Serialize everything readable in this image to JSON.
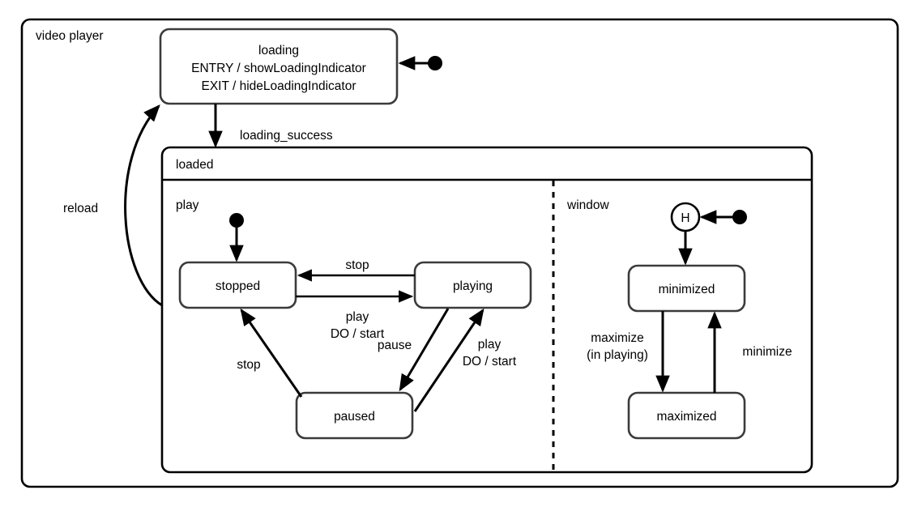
{
  "diagram": {
    "type": "uml-state-machine",
    "title": "video player",
    "background_color": "#ffffff",
    "line_color": "#000000",
    "state_border_color": "#3b3b3b"
  },
  "root": {
    "label": "video player"
  },
  "states": {
    "loading": {
      "name": "loading",
      "entry": "ENTRY / showLoadingIndicator",
      "exit": "EXIT / hideLoadingIndicator"
    },
    "loaded": {
      "name": "loaded"
    },
    "play_region": {
      "name": "play"
    },
    "window_region": {
      "name": "window"
    },
    "stopped": {
      "name": "stopped"
    },
    "playing": {
      "name": "playing"
    },
    "paused": {
      "name": "paused"
    },
    "minimized": {
      "name": "minimized"
    },
    "maximized": {
      "name": "maximized"
    },
    "history": {
      "name": "H"
    }
  },
  "transitions": [
    {
      "id": "t-initial-loading",
      "from": "initial",
      "to": "loading",
      "label": ""
    },
    {
      "id": "t-loading-loaded",
      "from": "loading",
      "to": "loaded",
      "label": "loading_success"
    },
    {
      "id": "t-loaded-loading",
      "from": "loaded",
      "to": "loading",
      "label": "reload"
    },
    {
      "id": "t-initial-stopped",
      "from": "initial",
      "to": "stopped",
      "label": ""
    },
    {
      "id": "t-playing-stopped",
      "from": "playing",
      "to": "stopped",
      "label": "stop"
    },
    {
      "id": "t-stopped-playing",
      "from": "stopped",
      "to": "playing",
      "label": "play",
      "label2": "DO / start"
    },
    {
      "id": "t-playing-paused",
      "from": "playing",
      "to": "paused",
      "label": "pause"
    },
    {
      "id": "t-paused-playing",
      "from": "paused",
      "to": "playing",
      "label": "play",
      "label2": "DO / start"
    },
    {
      "id": "t-paused-stopped",
      "from": "paused",
      "to": "stopped",
      "label": "stop"
    },
    {
      "id": "t-initial-history",
      "from": "initial",
      "to": "history",
      "label": ""
    },
    {
      "id": "t-history-minimized",
      "from": "history",
      "to": "minimized",
      "label": ""
    },
    {
      "id": "t-minimized-maximized",
      "from": "minimized",
      "to": "maximized",
      "label": "maximize",
      "label2": "(in playing)"
    },
    {
      "id": "t-maximized-minimized",
      "from": "maximized",
      "to": "minimized",
      "label": "minimize"
    }
  ],
  "labels": {
    "video_player": "video player",
    "loading_name": "loading",
    "loading_entry": "ENTRY / showLoadingIndicator",
    "loading_exit": "EXIT / hideLoadingIndicator",
    "loading_success": "loading_success",
    "reload": "reload",
    "loaded": "loaded",
    "play": "play",
    "window": "window",
    "stopped": "stopped",
    "playing": "playing",
    "paused": "paused",
    "minimized": "minimized",
    "maximized": "maximized",
    "history": "H",
    "stop": "stop",
    "stop2": "stop",
    "play_evt": "play",
    "do_start": "DO / start",
    "pause": "pause",
    "play_evt2": "play",
    "do_start2": "DO / start",
    "maximize": "maximize",
    "in_playing": "(in playing)",
    "minimize": "minimize"
  }
}
